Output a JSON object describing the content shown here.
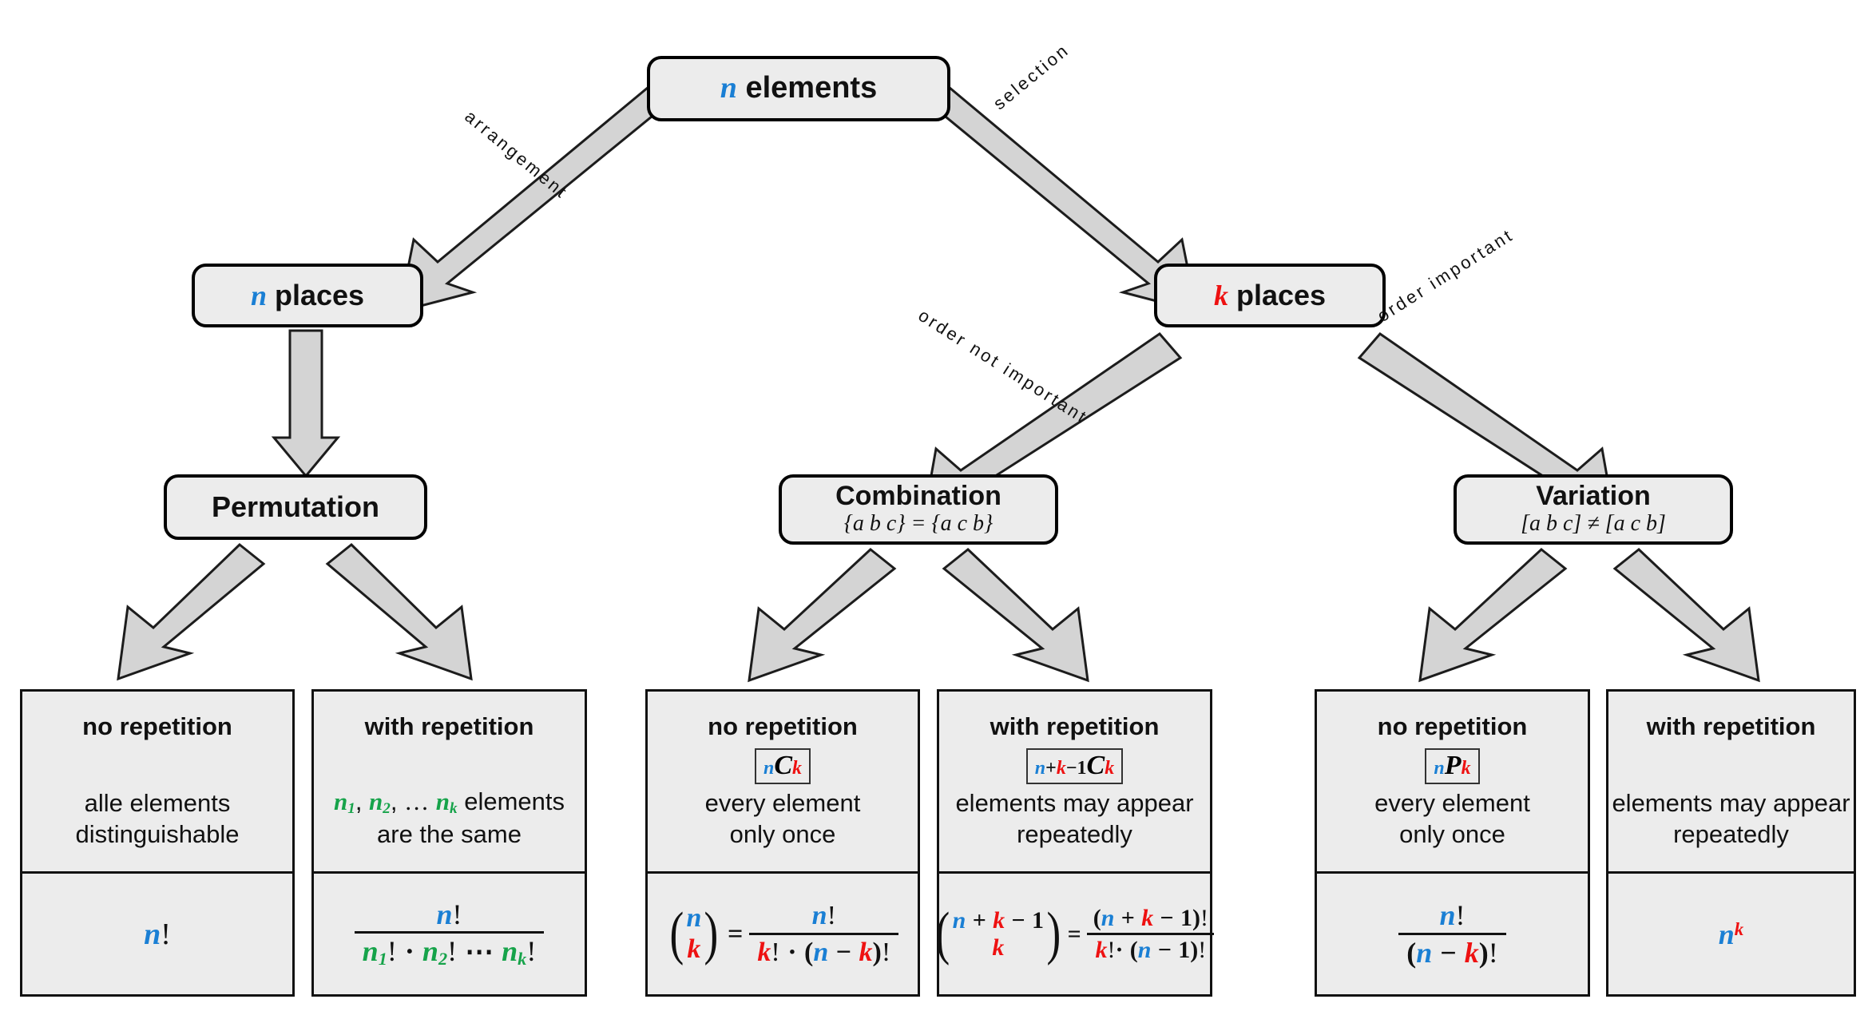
{
  "title": "Combinatorics overview: Permutation, Combination, Variation",
  "colors": {
    "n_color": "#1a7fd4",
    "k_color": "#ee1111",
    "green_color": "#16a34a",
    "box_fill": "#ececec",
    "border": "#000000",
    "arrow_fill": "#d4d4d4"
  },
  "nodes": {
    "root": {
      "label_var": "n",
      "label_text": "elements"
    },
    "n_places": {
      "label_var": "n",
      "label_text": "places"
    },
    "k_places": {
      "label_var": "k",
      "label_text": "places"
    },
    "permutation": {
      "title": "Permutation",
      "subtitle": ""
    },
    "combination": {
      "title": "Combination",
      "subtitle": "{a b c} = {a c b}"
    },
    "variation": {
      "title": "Variation",
      "subtitle": "[a b c] ≠ [a c b]"
    }
  },
  "edge_labels": {
    "arrangement": "arrangement",
    "selection": "selection",
    "order_not_important": "order not important",
    "order_important": "order important"
  },
  "leaves": [
    {
      "id": "permutation-no-repetition",
      "header": "no repetition",
      "notation": "",
      "description_line1": "alle elements",
      "description_line2": "distinguishable",
      "formula_text": "n!"
    },
    {
      "id": "permutation-with-repetition",
      "header": "with repetition",
      "notation": "",
      "description_line1": "n1, n2, ... nk elements",
      "description_line2": "are the same",
      "formula_text": "n! / (n1! · n2! ⋯ nk!)"
    },
    {
      "id": "combination-no-repetition",
      "header": "no repetition",
      "notation": "nCk",
      "description_line1": "every element",
      "description_line2": "only once",
      "formula_text": "(n choose k) = n! / (k! · (n − k)!)"
    },
    {
      "id": "combination-with-repetition",
      "header": "with repetition",
      "notation": "n+k-1Ck",
      "description_line1": "elements may appear",
      "description_line2": "repeatedly",
      "formula_text": "(n+k−1 choose k) = (n+k−1)! / (k! · (n−1)!)"
    },
    {
      "id": "variation-no-repetition",
      "header": "no repetition",
      "notation": "nPk",
      "description_line1": "every element",
      "description_line2": "only once",
      "formula_text": "n! / (n − k)!"
    },
    {
      "id": "variation-with-repetition",
      "header": "with repetition",
      "notation": "",
      "description_line1": "elements may appear",
      "description_line2": "repeatedly",
      "formula_text": "n^k"
    }
  ]
}
